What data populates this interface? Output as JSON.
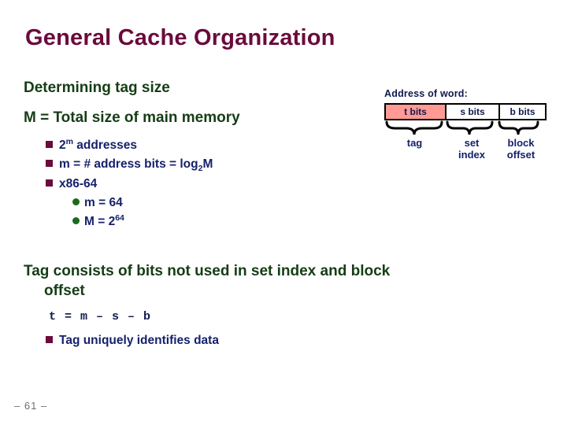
{
  "slide": {
    "title": "General Cache Organization",
    "footer": "– 61 –"
  },
  "body": {
    "heading_1": "Determining tag size",
    "heading_2": "M = Total size of main memory",
    "bullets": [
      {
        "level": 2,
        "marker": "square",
        "text_pre": "2",
        "sup": "m",
        "text_post": " addresses",
        "full_text": "2m addresses"
      },
      {
        "level": 2,
        "marker": "square",
        "text_pre": "m = # address bits = log",
        "sub": "2",
        "text_post": "M",
        "full_text": "m = # address bits = log2M"
      },
      {
        "level": 2,
        "marker": "square",
        "full_text": "x86-64"
      },
      {
        "level": 3,
        "marker": "dot",
        "full_text": "m = 64"
      },
      {
        "level": 3,
        "marker": "dot",
        "text_pre": "M = 2",
        "sup": "64",
        "full_text": "M = 264"
      }
    ],
    "paragraph_line1": "Tag consists of bits not used in set index and block",
    "paragraph_line2": "offset",
    "formula": "t = m – s – b",
    "closing_bullet": "Tag uniquely identifies data"
  },
  "diagram": {
    "caption": "Address of word:",
    "fields": [
      {
        "bits_label": "t bits",
        "name_line1": "tag",
        "name_line2": "",
        "fill": "#ff9a95"
      },
      {
        "bits_label": "s bits",
        "name_line1": "set",
        "name_line2": "index",
        "fill": "#ffffff"
      },
      {
        "bits_label": "b bits",
        "name_line1": "block",
        "name_line2": "offset",
        "fill": "#ffffff"
      }
    ]
  },
  "colors": {
    "title": "#6b0a3c",
    "heading_green": "#153d15",
    "bullet_navy": "#16216b",
    "square_marker": "#6b0a3c",
    "dot_marker": "#1a6b1a",
    "tag_field_fill": "#ff9a95",
    "footer_gray": "#6e6e6e",
    "background": "#ffffff"
  }
}
